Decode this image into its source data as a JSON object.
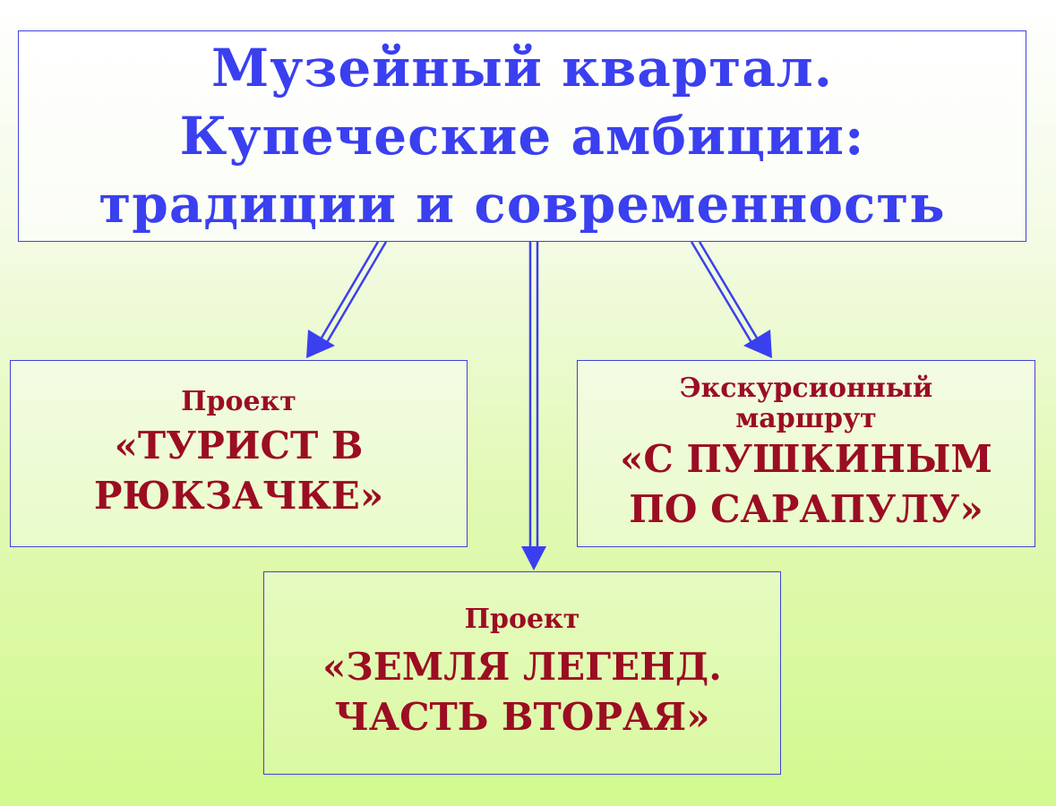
{
  "title": {
    "line1": "Музейный квартал.",
    "line2": "Купеческие амбиции:",
    "line3": "традиции и современность"
  },
  "left_box": {
    "label": "Проект",
    "name_line1": "«ТУРИСТ В",
    "name_line2": "РЮКЗАЧКЕ»"
  },
  "right_box": {
    "label_line1": "Экскурсионный",
    "label_line2": "маршрут",
    "name_line1": "«С ПУШКИНЫМ",
    "name_line2": "ПО САРАПУЛУ»"
  },
  "bottom_box": {
    "label": "Проект",
    "name_line1": "«ЗЕМЛЯ ЛЕГЕНД.",
    "name_line2": "ЧАСТЬ ВТОРАЯ»"
  },
  "colors": {
    "title_text": "#3a3ff0",
    "project_text": "#9b0d22",
    "border": "#3d44d8",
    "arrow": "#3a3ff0",
    "background_top": "#ffffff",
    "background_bottom": "#d2f98e"
  }
}
